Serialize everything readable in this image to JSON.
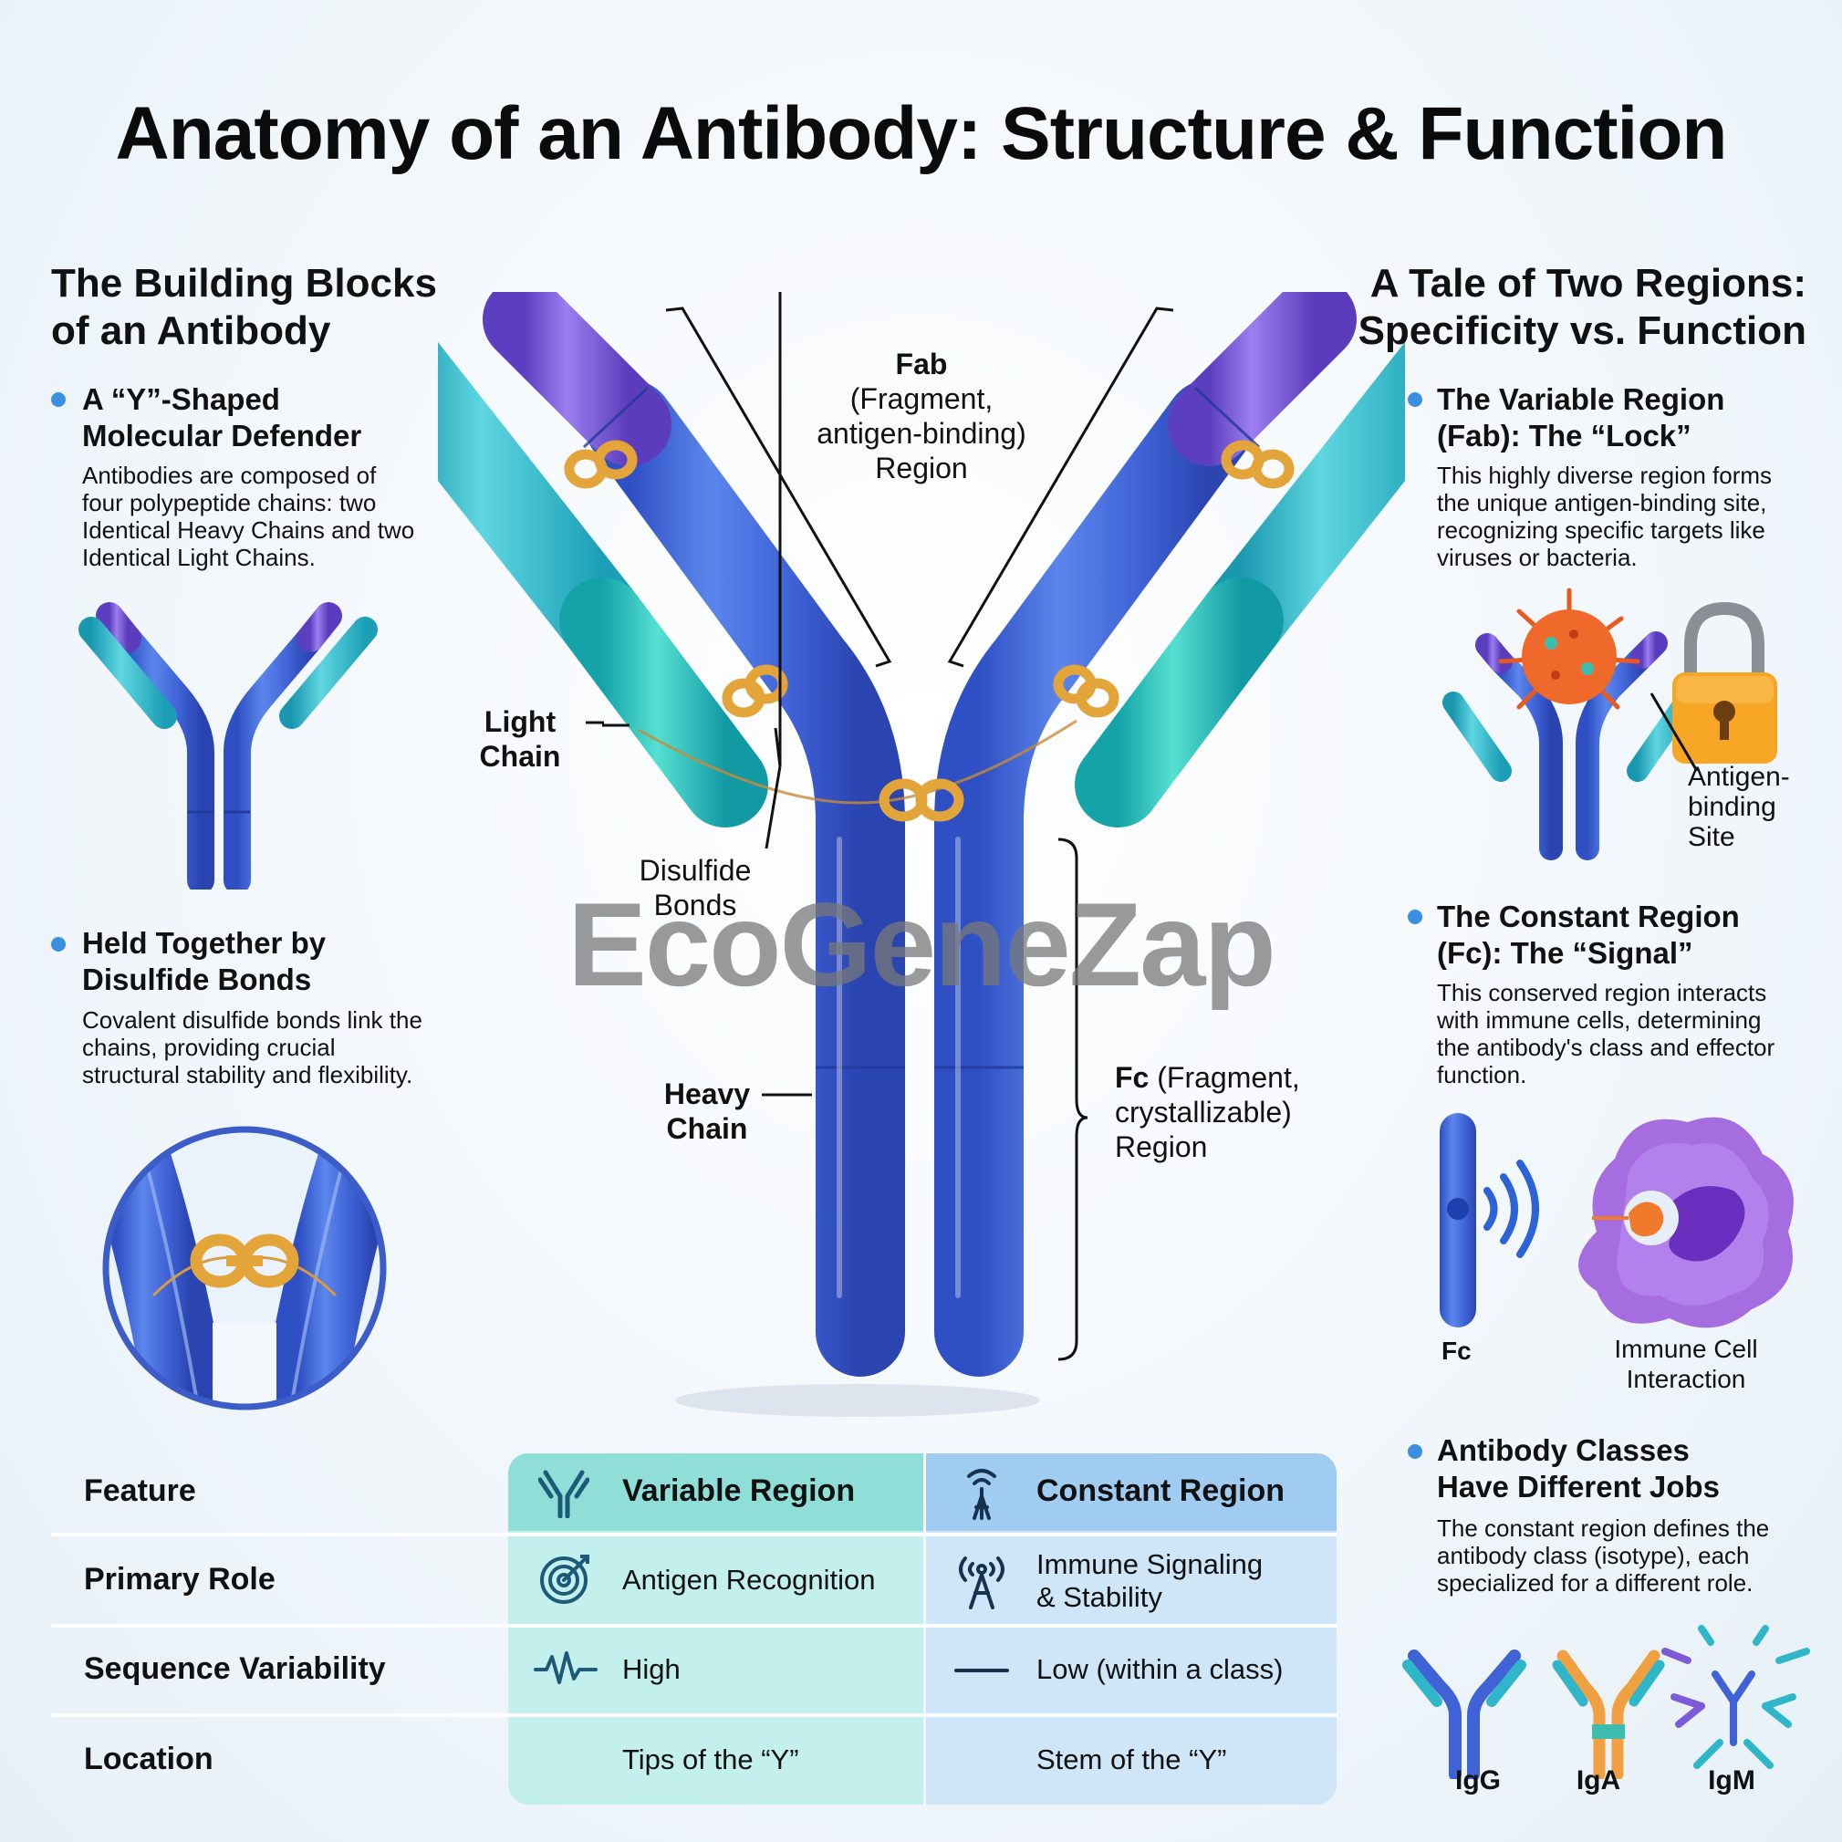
{
  "title": "Anatomy of an Antibody: Structure & Function",
  "watermark": "EcoGeneZap",
  "left": {
    "heading_line1": "The Building Blocks",
    "heading_line2": "of an Antibody",
    "b1_title1": "A “Y”-Shaped",
    "b1_title2": "Molecular Defender",
    "b1_body1": "Antibodies are composed of",
    "b1_body2": "four polypeptide chains: two",
    "b1_body3": "Identical Heavy Chains and two",
    "b1_body4": "Identical Light Chains.",
    "b2_title1": "Held Together by",
    "b2_title2": "Disulfide Bonds",
    "b2_body1": "Covalent disulfide bonds link the",
    "b2_body2": "chains, providing crucial",
    "b2_body3": "structural stability and flexibility."
  },
  "center": {
    "fab_l1": "Fab",
    "fab_l2": "(Fragment,",
    "fab_l3": "antigen-binding)",
    "fab_l4": "Region",
    "light_l1": "Light",
    "light_l2": "Chain",
    "disulfide_l1": "Disulfide",
    "disulfide_l2": "Bonds",
    "heavy_l1": "Heavy",
    "heavy_l2": "Chain",
    "fc_l1a": "Fc",
    "fc_l1b": " (Fragment,",
    "fc_l2": "crystallizable)",
    "fc_l3": "Region"
  },
  "right": {
    "heading_line1": "A Tale of Two Regions:",
    "heading_line2": "Specificity vs. Function",
    "b1_title1": "The Variable Region",
    "b1_title2": "(Fab): The “Lock”",
    "b1_body1": "This highly diverse region forms",
    "b1_body2": "the unique antigen-binding site,",
    "b1_body3": "recognizing specific targets like",
    "b1_body4": "viruses or bacteria.",
    "site_l1": "Antigen-",
    "site_l2": "binding",
    "site_l3": "Site",
    "b2_title1": "The Constant Region",
    "b2_title2": "(Fc): The “Signal”",
    "b2_body1": "This conserved region interacts",
    "b2_body2": "with immune cells, determining",
    "b2_body3": "the antibody's class and effector",
    "b2_body4": "function.",
    "fc_label": "Fc",
    "immune_l1": "Immune Cell",
    "immune_l2": "Interaction",
    "b3_title1": "Antibody Classes",
    "b3_title2": "Have Different Jobs",
    "b3_body1": "The constant region defines the",
    "b3_body2": "antibody class (isotype), each",
    "b3_body3": "specialized for a different role.",
    "classes": [
      "IgG",
      "IgA",
      "IgM"
    ]
  },
  "table": {
    "header_feature": "Feature",
    "header_variable": "Variable Region",
    "header_constant": "Constant Region",
    "rows": [
      {
        "feature": "Primary Role",
        "variable": "Antigen Recognition",
        "constant_l1": "Immune Signaling",
        "constant_l2": "& Stability"
      },
      {
        "feature": "Sequence Variability",
        "variable": "High",
        "constant_l1": "Low (within a class)",
        "constant_l2": ""
      },
      {
        "feature": "Location",
        "variable": "Tips of the “Y”",
        "constant_l1": "Stem of the “Y”",
        "constant_l2": ""
      }
    ]
  },
  "colors": {
    "heavy": "#3f62d6",
    "light": "#2fb6c9",
    "variable_heavy": "#7d5ad8",
    "bond": "#e3a53a",
    "bullet": "#3b8fe0",
    "table_variable": "#bfeeed",
    "table_constant": "#c9e2f7"
  }
}
